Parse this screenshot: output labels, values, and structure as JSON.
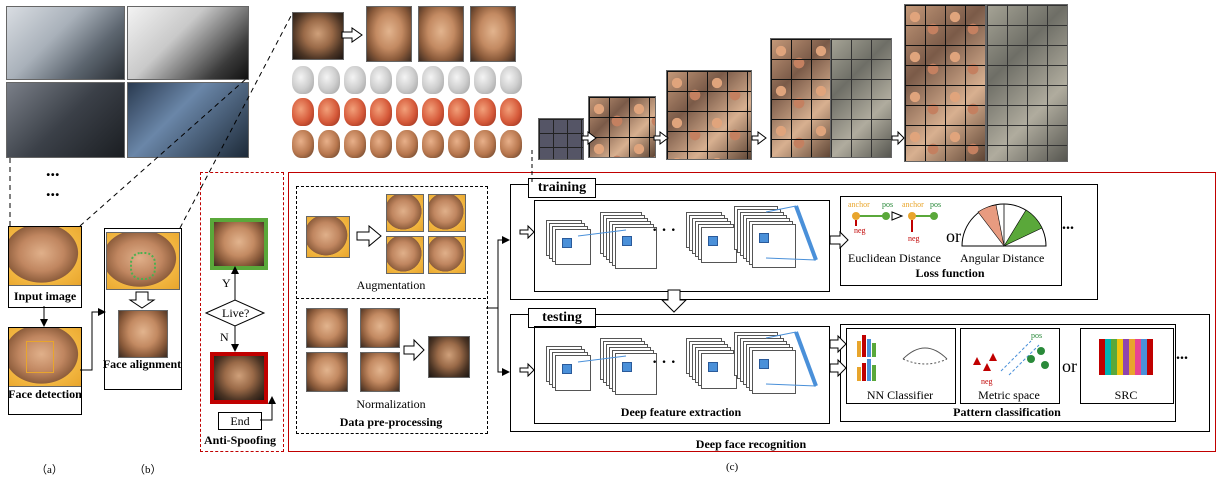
{
  "panel_a": {
    "input_image_label": "Input image",
    "face_detection_label": "Face detection",
    "ellipsis_1": "...",
    "ellipsis_2": "...",
    "tag": "（a）"
  },
  "panel_b": {
    "face_alignment_label": "Face alignment",
    "tag": "（b）"
  },
  "anti_spoofing": {
    "decision_label": "Live?",
    "yes_label": "Y",
    "no_label": "N",
    "end_label": "End",
    "title": "Anti-Spoofing"
  },
  "preprocessing": {
    "augmentation_label": "Augmentation",
    "normalization_label": "Normalization",
    "title": "Data pre-processing"
  },
  "training": {
    "title": "training",
    "euclidean_label": "Euclidean Distance",
    "angular_label": "Angular Distance",
    "or_label": "or",
    "loss_title": "Loss function",
    "anchor_label": "anchor",
    "pos_label": "pos",
    "neg_label": "neg",
    "ellipsis": "..."
  },
  "testing": {
    "title": "testing",
    "feature_title": "Deep feature extraction",
    "nn_label": "NN Classifier",
    "metric_label": "Metric space",
    "src_label": "SRC",
    "or_label": "or",
    "pattern_title": "Pattern classification",
    "pos_label": "pos",
    "neg_label": "neg",
    "ellipsis": "...",
    "cnn_dots": "· · ·"
  },
  "deep_face_recognition_title": "Deep face recognition",
  "panel_c_tag": "(c)",
  "colors": {
    "red_frame": "#c00000",
    "green_frame": "#5aa83a",
    "face_box": "#e8a52c",
    "cnn_line": "#4a90d9"
  }
}
